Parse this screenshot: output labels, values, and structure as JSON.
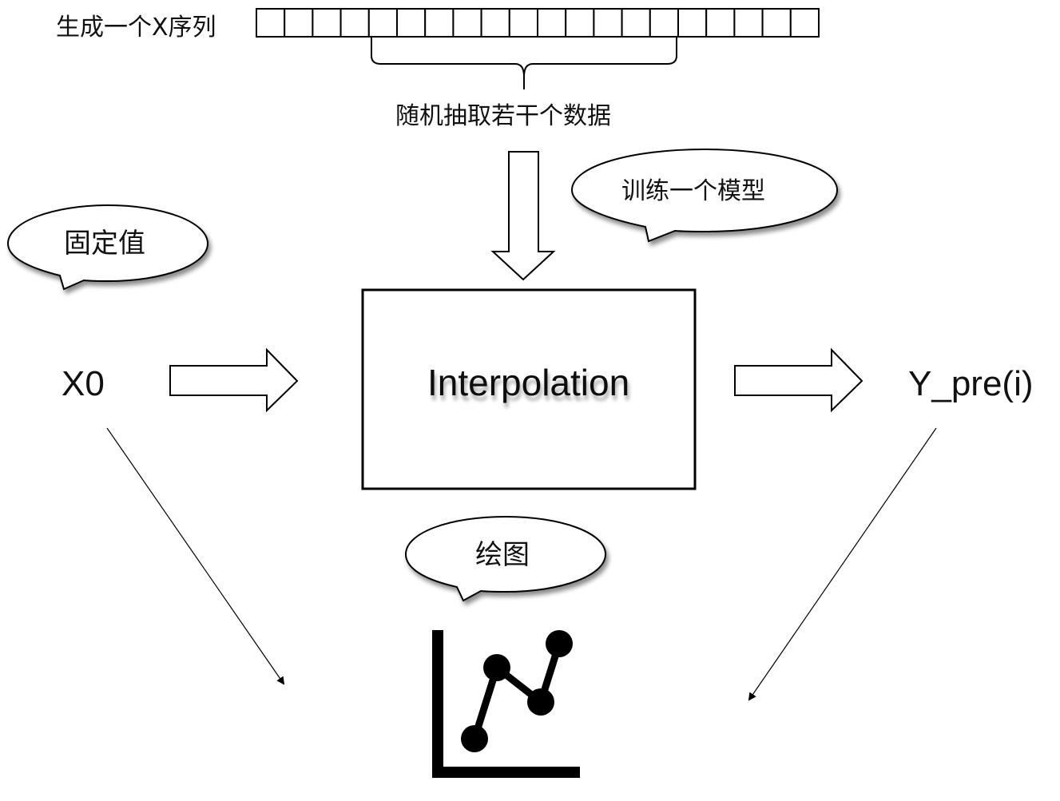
{
  "sequence": {
    "label": "生成一个X序列",
    "cell_count": 20
  },
  "sample": {
    "label": "随机抽取若干个数据",
    "cell_start": 4,
    "cell_end": 14
  },
  "bubbles": {
    "train": "训练一个模型",
    "fixed": "固定值",
    "plot": "绘图"
  },
  "input": {
    "label": "X0"
  },
  "model": {
    "label": "Interpolation"
  },
  "output": {
    "label": "Y_pre(i)"
  },
  "chart_icon": {
    "name": "line-chart-icon"
  }
}
